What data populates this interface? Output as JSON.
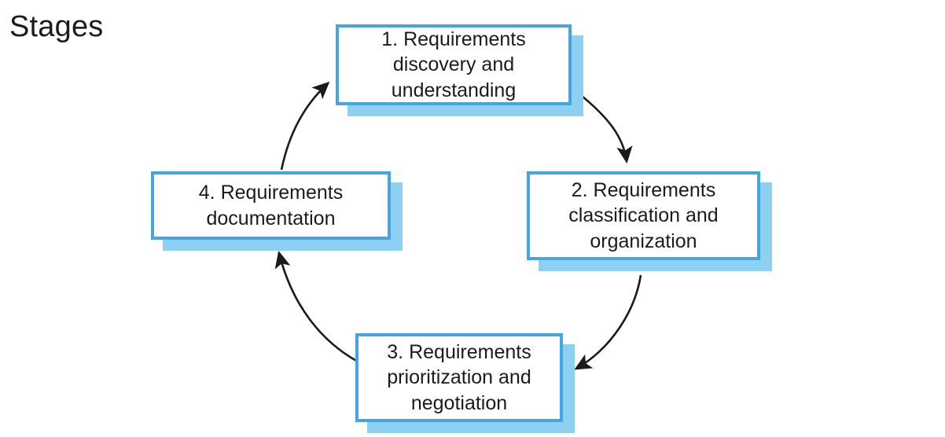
{
  "slide": {
    "title": "Stages"
  },
  "diagram": {
    "type": "cycle",
    "node_border_color": "#43a6e0",
    "node_shadow_color": "#8ed0f2",
    "node_fill_color": "#ffffff",
    "text_color": "#1b1b1b",
    "arrow_color": "#1a1a1a",
    "nodes": [
      {
        "id": "node-1",
        "number": "1.",
        "label": "1. Requirements\ndiscovery and\nunderstanding"
      },
      {
        "id": "node-2",
        "number": "2.",
        "label": "2. Requirements\nclassification and\norganization"
      },
      {
        "id": "node-3",
        "number": "3.",
        "label": "3. Requirements\nprioritization and\nnegotiation"
      },
      {
        "id": "node-4",
        "number": "4.",
        "label": "4. Requirements\ndocumentation"
      }
    ],
    "edges": [
      {
        "id": "edge-1-2",
        "from": "node-1",
        "to": "node-2"
      },
      {
        "id": "edge-2-3",
        "from": "node-2",
        "to": "node-3"
      },
      {
        "id": "edge-3-4",
        "from": "node-3",
        "to": "node-4"
      },
      {
        "id": "edge-4-1",
        "from": "node-4",
        "to": "node-1"
      }
    ]
  }
}
